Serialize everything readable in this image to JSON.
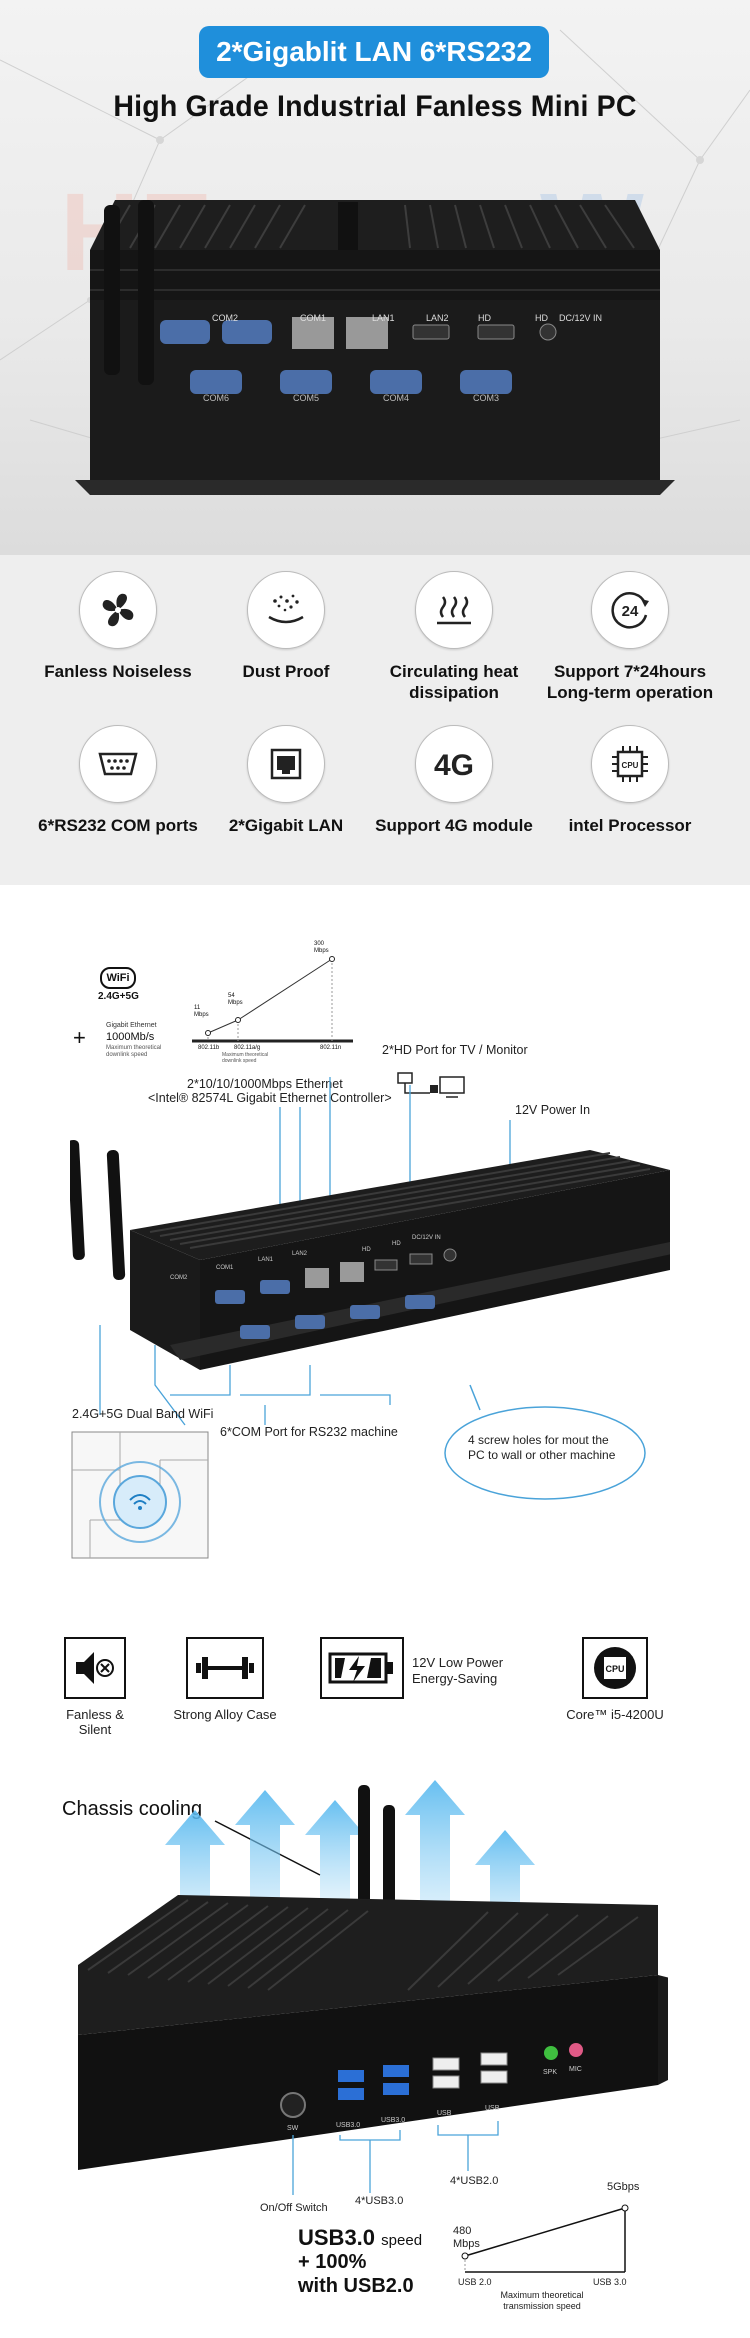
{
  "hero": {
    "banner": "2*Gigablit LAN 6*RS232",
    "headline": "High Grade Industrial Fanless Mini PC",
    "ports_top": [
      "COM2",
      "COM1",
      "LAN1",
      "LAN2",
      "HD",
      "HD",
      "DC/12V IN"
    ],
    "ports_bottom": [
      "COM6",
      "COM5",
      "COM4",
      "COM3"
    ]
  },
  "features": [
    {
      "icon": "fan-icon",
      "label": "Fanless Noiseless"
    },
    {
      "icon": "dust-icon",
      "label": "Dust Proof"
    },
    {
      "icon": "heat-icon",
      "label": "Circulating heat dissipation"
    },
    {
      "icon": "clock-24-icon",
      "label": "Support 7*24hours Long-term operation"
    },
    {
      "icon": "serial-port-icon",
      "label": "6*RS232 COM ports"
    },
    {
      "icon": "ethernet-icon",
      "label": "2*Gigabit LAN"
    },
    {
      "icon": "4g-icon",
      "label": "Support 4G module"
    },
    {
      "icon": "cpu-icon",
      "label": "intel Processor"
    }
  ],
  "connectivity": {
    "wifi_badge": "WiFi",
    "wifi_band": "2.4G+5G",
    "plus": "+",
    "gig_label": "Gigabit Ethernet",
    "gig_speed": "1000Mb/s",
    "gig_note": "Maximum theoretical downlink speed",
    "wifi_chart": {
      "points": [
        {
          "label": "11 Mbps",
          "std": "802.11b"
        },
        {
          "label": "54 Mbps",
          "std": "802.11a/g"
        },
        {
          "label": "300 Mbps",
          "std": "802.11n"
        }
      ],
      "note": "Maximum theoretical downlink speed"
    },
    "hd_label": "2*HD Port for TV / Monitor",
    "eth_label_1": "2*10/10/1000Mbps Ethernet",
    "eth_label_2": "<Intel® 82574L Gigabit Ethernet Controller>",
    "power_label": "12V Power In",
    "wifi_dual": "2.4G+5G Dual Band WiFi",
    "com_label": "6*COM Port for RS232 machine",
    "screw_label": "4 screw holes for mout the PC to wall or other machine",
    "ports_top": [
      "COM2",
      "COM1",
      "LAN1",
      "LAN2",
      "HD",
      "HD",
      "DC/12V IN"
    ]
  },
  "usb_section": {
    "icons": [
      {
        "icon": "speaker-mute-icon",
        "label": "Fanless & Silent"
      },
      {
        "icon": "dumbbell-icon",
        "label": "Strong Alloy Case"
      },
      {
        "icon": "battery-bolt-icon",
        "label": "12V Low Power Energy-Saving"
      },
      {
        "icon": "cpu-icon",
        "label": "Core™ i5-4200U"
      }
    ],
    "chassis": "Chassis cooling",
    "ports": [
      "SW",
      "USB3.0",
      "USB3.0",
      "USB",
      "USB",
      "SPK",
      "MIC"
    ],
    "onoff": "On/Off Switch",
    "usb3_count": "4*USB3.0",
    "usb2_count": "4*USB2.0",
    "speed_chart": {
      "points": [
        {
          "axis": "USB 2.0",
          "value": "480 Mbps"
        },
        {
          "axis": "USB 3.0",
          "value": "5Gbps"
        }
      ],
      "note": "Maximum theoretical transmission speed"
    },
    "claim_1a": "USB3.0",
    "claim_1b": "speed",
    "claim_2": "+ 100%",
    "claim_3": "with USB2.0"
  }
}
